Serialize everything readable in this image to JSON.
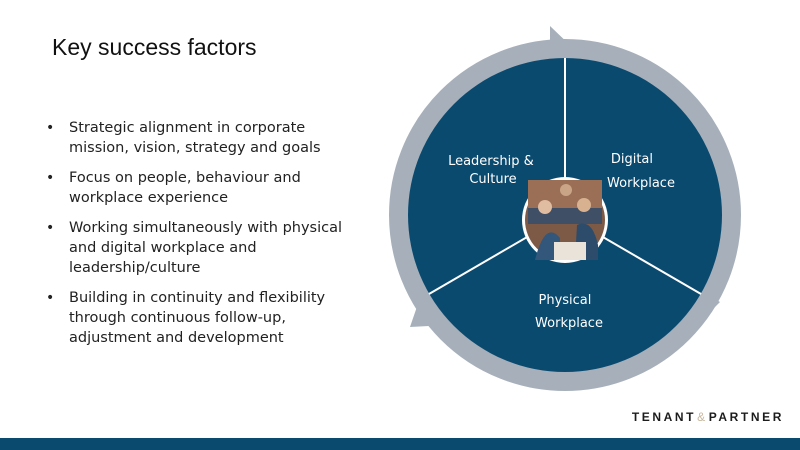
{
  "slide": {
    "title": "Key success factors",
    "bullets": [
      "Strategic alignment in corporate mission, vision, strategy and goals",
      "Focus on people, behaviour and workplace experience",
      "Working simultaneously with physical and digital workplace and leadership/culture",
      "Building in continuity and flexibility through continuous follow-up, adjustment and development"
    ],
    "bullet_symbol": "•"
  },
  "diagram": {
    "segments": [
      {
        "id": "leadership",
        "lines": [
          "Leadership &",
          "Culture"
        ]
      },
      {
        "id": "digital",
        "lines": [
          "Digital",
          "Workplace"
        ]
      },
      {
        "id": "physical",
        "lines": [
          "Physical",
          "Workplace"
        ]
      }
    ],
    "center_icon": "team-photo-icon",
    "colors": {
      "circle_fill": "#0b4a6f",
      "ring": "#a7b0ba",
      "divider": "#ffffff"
    }
  },
  "brand": {
    "part1": "TENANT",
    "amp": "&",
    "part2": "PARTNER"
  },
  "footer": {
    "color": "#0b4a6f"
  }
}
